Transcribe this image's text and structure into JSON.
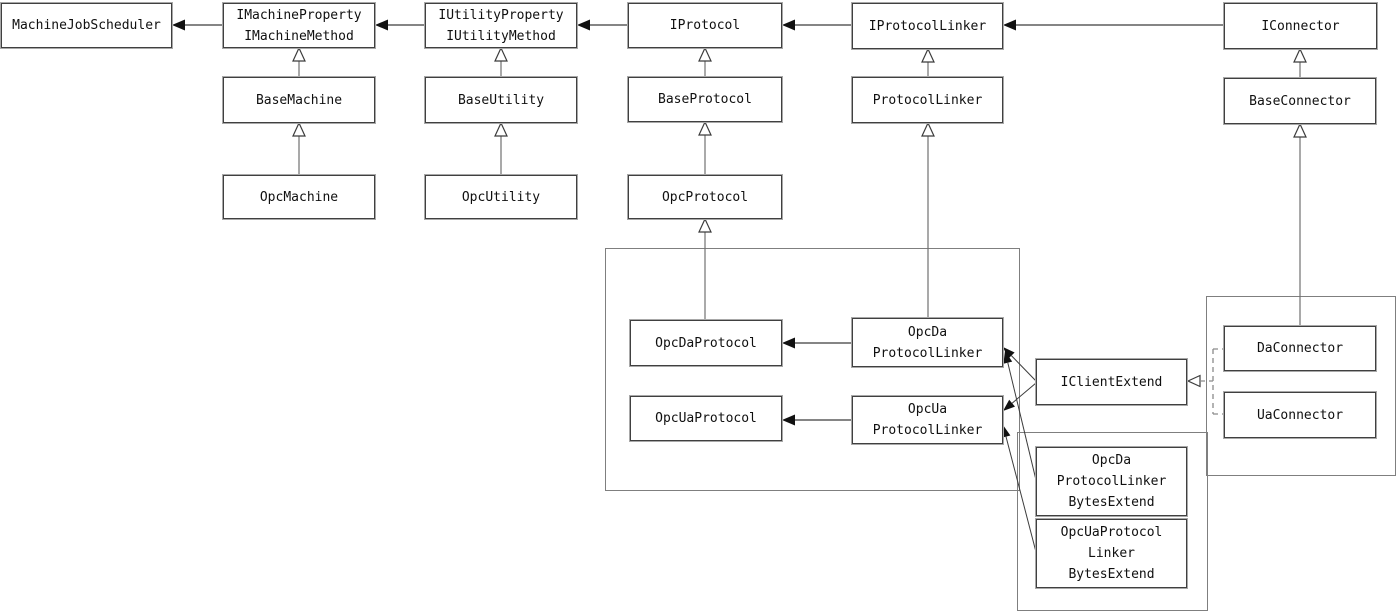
{
  "diagram": {
    "boxes": {
      "machineJobScheduler": {
        "lines": [
          "MachineJobScheduler"
        ]
      },
      "iMachine": {
        "lines": [
          "IMachineProperty",
          "IMachineMethod"
        ]
      },
      "iUtility": {
        "lines": [
          "IUtilityProperty",
          "IUtilityMethod"
        ]
      },
      "iProtocol": {
        "lines": [
          "IProtocol"
        ]
      },
      "iProtocolLinker": {
        "lines": [
          "IProtocolLinker"
        ]
      },
      "iConnector": {
        "lines": [
          "IConnector"
        ]
      },
      "baseMachine": {
        "lines": [
          "BaseMachine"
        ]
      },
      "baseUtility": {
        "lines": [
          "BaseUtility"
        ]
      },
      "baseProtocol": {
        "lines": [
          "BaseProtocol"
        ]
      },
      "protocolLinker": {
        "lines": [
          "ProtocolLinker"
        ]
      },
      "baseConnector": {
        "lines": [
          "BaseConnector"
        ]
      },
      "opcMachine": {
        "lines": [
          "OpcMachine"
        ]
      },
      "opcUtility": {
        "lines": [
          "OpcUtility"
        ]
      },
      "opcProtocol": {
        "lines": [
          "OpcProtocol"
        ]
      },
      "opcDaProtocol": {
        "lines": [
          "OpcDaProtocol"
        ]
      },
      "opcDaProtocolLinker": {
        "lines": [
          "OpcDa",
          "ProtocolLinker"
        ]
      },
      "opcUaProtocol": {
        "lines": [
          "OpcUaProtocol"
        ]
      },
      "opcUaProtocolLinker": {
        "lines": [
          "OpcUa",
          "ProtocolLinker"
        ]
      },
      "iClientExtend": {
        "lines": [
          "IClientExtend"
        ]
      },
      "daConnector": {
        "lines": [
          "DaConnector"
        ]
      },
      "uaConnector": {
        "lines": [
          "UaConnector"
        ]
      },
      "opcDaProtocolLinkerBytesExtend": {
        "lines": [
          "OpcDa",
          "ProtocolLinker",
          "BytesExtend"
        ]
      },
      "opcUaProtocolLinkerBytesExtend": {
        "lines": [
          "OpcUaProtocol",
          "Linker",
          "BytesExtend"
        ]
      }
    },
    "groups": [
      {
        "members": [
          "OpcDaProtocol",
          "OpcDaProtocolLinker",
          "OpcUaProtocol",
          "OpcUaProtocolLinker"
        ]
      },
      {
        "members": [
          "DaConnector",
          "UaConnector"
        ]
      },
      {
        "members": [
          "OpcDaProtocolLinkerBytesExtend",
          "OpcUaProtocolLinkerBytesExtend"
        ]
      }
    ],
    "edges": [
      {
        "from": "IMachineProperty/IMachineMethod",
        "to": "MachineJobScheduler",
        "type": "association"
      },
      {
        "from": "IUtilityProperty/IUtilityMethod",
        "to": "IMachineProperty/IMachineMethod",
        "type": "association"
      },
      {
        "from": "IProtocol",
        "to": "IUtilityProperty/IUtilityMethod",
        "type": "association"
      },
      {
        "from": "IProtocolLinker",
        "to": "IProtocol",
        "type": "association"
      },
      {
        "from": "IConnector",
        "to": "IProtocolLinker",
        "type": "association"
      },
      {
        "from": "BaseMachine",
        "to": "IMachineProperty/IMachineMethod",
        "type": "generalization"
      },
      {
        "from": "OpcMachine",
        "to": "BaseMachine",
        "type": "generalization"
      },
      {
        "from": "BaseUtility",
        "to": "IUtilityProperty/IUtilityMethod",
        "type": "generalization"
      },
      {
        "from": "OpcUtility",
        "to": "BaseUtility",
        "type": "generalization"
      },
      {
        "from": "BaseProtocol",
        "to": "IProtocol",
        "type": "generalization"
      },
      {
        "from": "OpcProtocol",
        "to": "BaseProtocol",
        "type": "generalization"
      },
      {
        "from": "OpcDaProtocol",
        "to": "OpcProtocol",
        "type": "generalization"
      },
      {
        "from": "ProtocolLinker",
        "to": "IProtocolLinker",
        "type": "generalization"
      },
      {
        "from": "OpcDaProtocolLinker",
        "to": "ProtocolLinker",
        "type": "generalization"
      },
      {
        "from": "BaseConnector",
        "to": "IConnector",
        "type": "generalization"
      },
      {
        "from": "DaConnector",
        "to": "BaseConnector",
        "type": "generalization"
      },
      {
        "from": "OpcDaProtocolLinker",
        "to": "OpcDaProtocol",
        "type": "association"
      },
      {
        "from": "OpcUaProtocolLinker",
        "to": "OpcUaProtocol",
        "type": "association"
      },
      {
        "from": "IClientExtend",
        "to": "OpcDaProtocolLinker",
        "type": "association"
      },
      {
        "from": "IClientExtend",
        "to": "OpcUaProtocolLinker",
        "type": "association"
      },
      {
        "from": "OpcDaProtocolLinkerBytesExtend",
        "to": "OpcDaProtocolLinker",
        "type": "association"
      },
      {
        "from": "OpcUaProtocolLinkerBytesExtend",
        "to": "OpcUaProtocolLinker",
        "type": "association"
      },
      {
        "from": "DaConnector",
        "to": "IClientExtend",
        "type": "realization"
      },
      {
        "from": "UaConnector",
        "to": "IClientExtend",
        "type": "realization"
      }
    ],
    "colors": {
      "background": "#ffffff",
      "box_border": "#404040",
      "box_border_outer": "#a8a8a8",
      "group_border": "#7f7f7f",
      "line": "#3c3c3c",
      "vertical_line": "#707070",
      "arrowhead_fill": "#111111",
      "text": "#101010"
    }
  }
}
